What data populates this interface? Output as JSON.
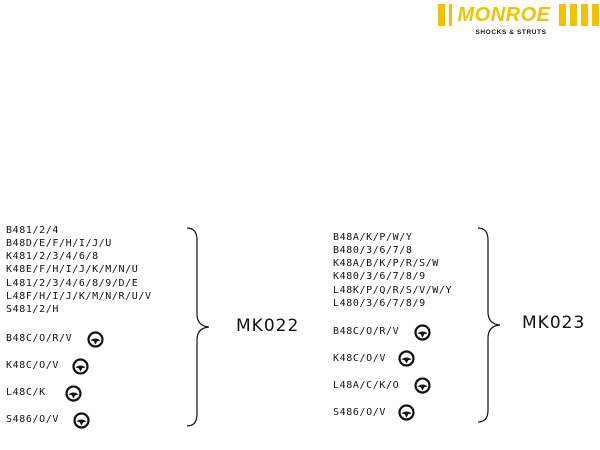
{
  "logo": {
    "brand": "MONROE",
    "tagline": "SHOCKS & STRUTS",
    "accent_color": "#f2c200"
  },
  "left_group": {
    "codes": [
      "B481/2/4",
      "B48D/E/F/H/I/J/U",
      "K481/2/3/4/6/8",
      "K48E/F/H/I/J/K/M/N/U",
      "L481/2/3/4/6/8/9/D/E",
      "L48F/H/I/J/K/M/N/R/U/V",
      "S481/2/H"
    ],
    "steering_codes": [
      "B48C/O/R/V",
      "K48C/O/V",
      "L48C/K",
      "S486/O/V"
    ],
    "kit": "MK022",
    "icon": "steering-wheel-icon"
  },
  "right_group": {
    "codes": [
      "B48A/K/P/W/Y",
      "B480/3/6/7/8",
      "K48A/B/K/P/R/S/W",
      "K480/3/6/7/8/9",
      "L48K/P/Q/R/S/V/W/Y",
      "L480/3/6/7/8/9"
    ],
    "steering_codes": [
      "B48C/O/R/V",
      "K48C/O/V",
      "L48A/C/K/O",
      "S486/O/V"
    ],
    "kit": "MK023",
    "icon": "steering-wheel-icon"
  }
}
